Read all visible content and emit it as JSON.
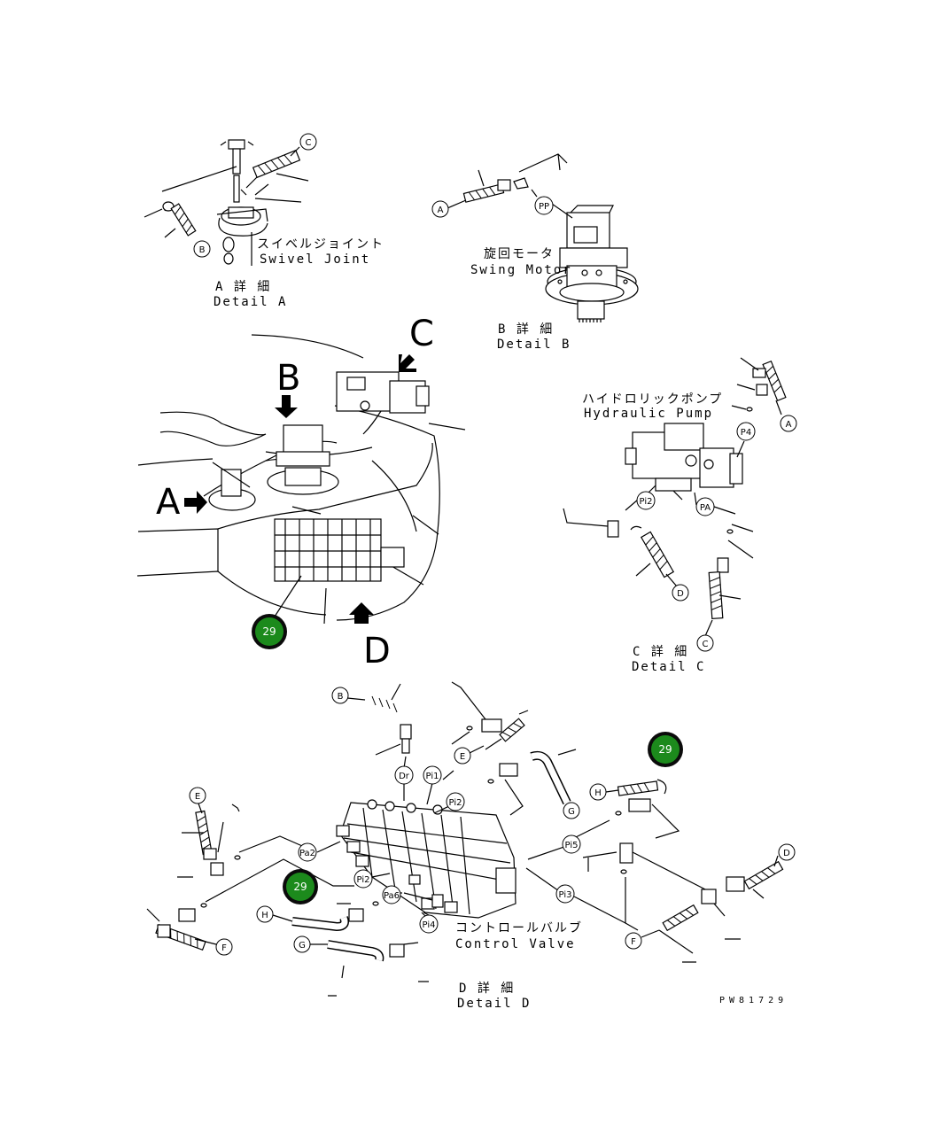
{
  "details": {
    "a": {
      "jp": "A 詳 細",
      "en": "Detail A",
      "part_jp": "スイベルジョイント",
      "part_en": "Swivel Joint"
    },
    "b": {
      "jp": "B 詳 細",
      "en": "Detail B",
      "part_jp": "旋回モータ",
      "part_en": "Swing Motor"
    },
    "c": {
      "jp": "C 詳 細",
      "en": "Detail C",
      "part_jp": "ハイドロリックポンプ",
      "part_en": "Hydraulic Pump"
    },
    "d": {
      "jp": "D 詳 細",
      "en": "Detail D",
      "part_jp": "コントロールバルブ",
      "part_en": "Control Valve"
    }
  },
  "view_letters": {
    "a": "A",
    "b": "B",
    "c": "C",
    "d": "D"
  },
  "markers": {
    "m1": "29",
    "m2": "29",
    "m3": "29"
  },
  "callouts": {
    "a_c": "C",
    "a_b": "B",
    "b_a": "A",
    "b_pp": "PP",
    "c_a": "A",
    "c_p4": "P4",
    "c_pr2": "Pi2",
    "c_pa": "PA",
    "c_d": "D",
    "c_c": "C",
    "d_b": "B",
    "d_e": "E",
    "d_dr": "Dr",
    "d_pi1": "Pi1",
    "d_pi2": "Pi2",
    "d_g": "G",
    "d_h": "H",
    "d_e2": "E",
    "d_pa2": "Pa2",
    "d_pi2b": "Pi2",
    "d_29h": "H",
    "d_pa6": "Pa6",
    "d_pi4": "Pi4",
    "d_g2": "G",
    "d_f": "F",
    "d_pi5": "Pi5",
    "d_pi3": "Pi3",
    "d_f2": "F",
    "d_d": "D"
  },
  "drawing_number": "PW81729",
  "colors": {
    "marker_fill": "#1c8a1c",
    "marker_ring": "#0b0b0b",
    "line": "#000000"
  }
}
